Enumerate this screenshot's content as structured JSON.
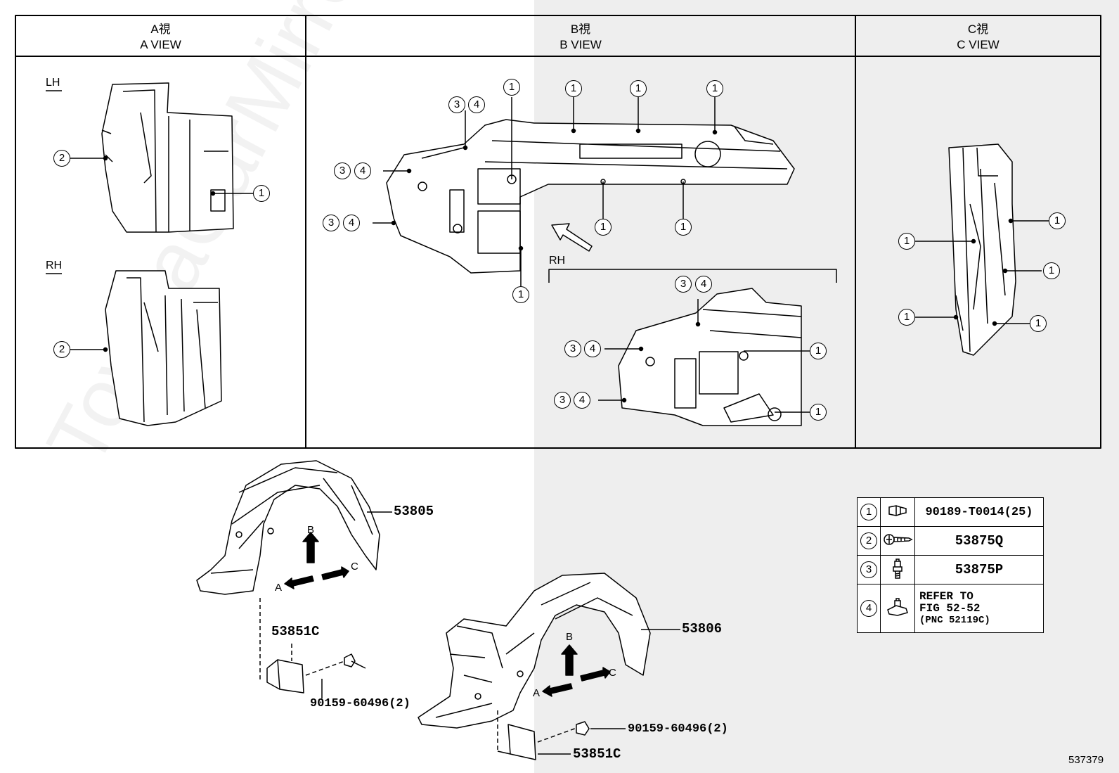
{
  "views": {
    "a": {
      "title_jp": "A視",
      "title_en": "A VIEW"
    },
    "b": {
      "title_jp": "B視",
      "title_en": "B VIEW"
    },
    "c": {
      "title_jp": "C視",
      "title_en": "C VIEW"
    }
  },
  "side_labels": {
    "lh": "LH",
    "rh_a": "RH",
    "rh_b": "RH"
  },
  "callouts": {
    "one": "1",
    "two": "2",
    "three": "3",
    "four": "4"
  },
  "parts": {
    "liner_lh": "53805",
    "liner_rh": "53806",
    "flap_lh": "53851C",
    "flap_rh": "53851C",
    "screw_lh": "90159-60496(2)",
    "screw_rh": "90159-60496(2)"
  },
  "directions": {
    "a": "A",
    "b": "B",
    "c": "C"
  },
  "legend": [
    {
      "num": "1",
      "icon": "clip-icon",
      "part": "90189-T0014(25)"
    },
    {
      "num": "2",
      "icon": "screw-icon",
      "part": "53875Q"
    },
    {
      "num": "3",
      "icon": "bolt-icon",
      "part": "53875P"
    },
    {
      "num": "4",
      "icon": "nut-icon",
      "line1": "REFER TO",
      "line2": "FIG 52-52",
      "line3": "(PNC 52119C)"
    }
  ],
  "figure_number": "537379",
  "watermark": "ToyotaCarMirror.ru",
  "colors": {
    "line": "#000000",
    "shade": "#eeeeee"
  }
}
